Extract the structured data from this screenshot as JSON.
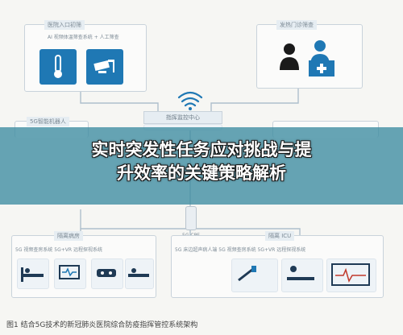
{
  "diagram": {
    "top_left": {
      "title": "医院入口初筛",
      "subtitle": "AI 视频体温筛查系统 + 人工筛查"
    },
    "top_right": {
      "title": "发热门诊筛查"
    },
    "center": {
      "hub_label": "指挥监控中心",
      "router_label": "5G CPE"
    },
    "left_mid": {
      "title": "5G智能机器人"
    },
    "bottom_left": {
      "title": "隔离病房",
      "subtitle": "5G 视频查房系统   5G+VR 远程探视系统"
    },
    "bottom_right": {
      "title": "隔离 ICU",
      "subtitle": "5G 床边超声病人端   5G 视频查房系统   5G+VR 远程探视系统"
    }
  },
  "overlay_title": {
    "line1": "实时突发性任务应对挑战与提",
    "line2": "升效率的关键策略解析"
  },
  "caption": "图1  结合5G技术的新冠肺炎医院综合防疫指挥管控系统架构",
  "colors": {
    "tile_blue": "#1f78b4",
    "banner": "#3c8ca0",
    "line": "#aebfcc"
  }
}
